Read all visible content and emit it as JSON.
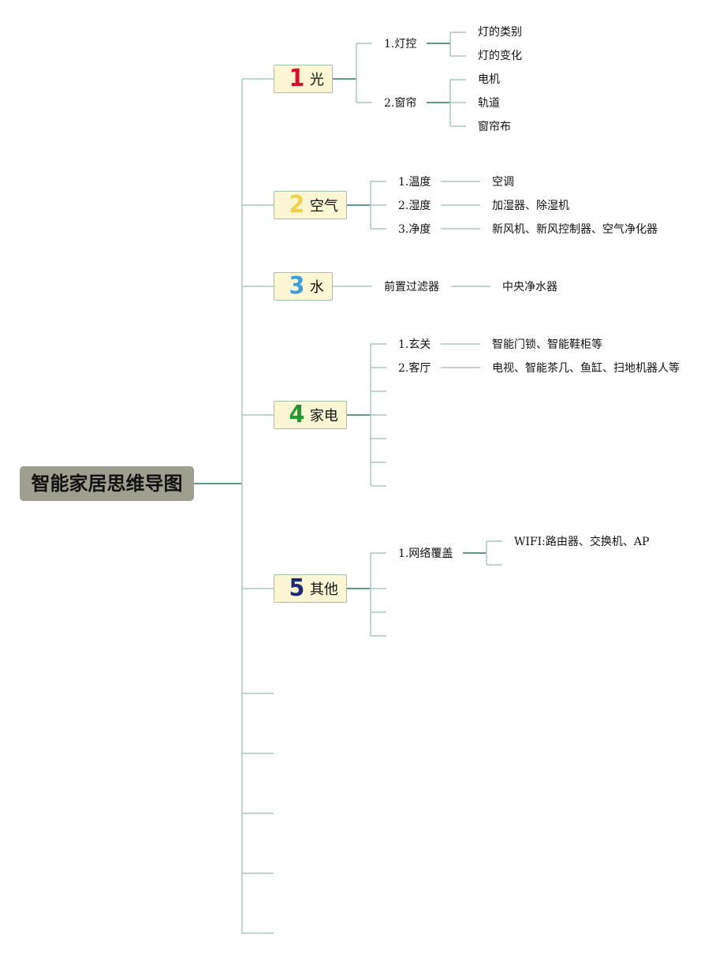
{
  "title": "智能家居思维导图",
  "branches": [
    {
      "num": "1",
      "label": "光",
      "color": "#d8102a"
    },
    {
      "num": "2",
      "label": "空气",
      "color": "#f2d14a"
    },
    {
      "num": "3",
      "label": "水",
      "color": "#3a9fd8"
    },
    {
      "num": "4",
      "label": "家电",
      "color": "#1f9a2e"
    },
    {
      "num": "5",
      "label": "其他",
      "color": "#1c2a7a"
    }
  ],
  "light": {
    "control": "1.灯控",
    "control_items": [
      "灯的类别",
      "灯的变化"
    ],
    "curtain": "2.窗帘",
    "curtain_items": [
      "电机",
      "轨道",
      "窗帘布"
    ]
  },
  "air": {
    "rows": [
      {
        "label": "1.温度",
        "detail": "空调"
      },
      {
        "label": "2.湿度",
        "detail": "加湿器、除湿机"
      },
      {
        "label": "3.净度",
        "detail": "新风机、新风控制器、空气净化器"
      }
    ]
  },
  "water": {
    "label": "前置过滤器",
    "detail": "中央净水器"
  },
  "appliance": {
    "rows": [
      {
        "label": "1.玄关",
        "detail": "智能门锁、智能鞋柜等"
      },
      {
        "label": "2.客厅",
        "detail": "电视、智能茶几、鱼缸、扫地机器人等"
      }
    ]
  },
  "other": {
    "network": "1.网络覆盖",
    "network_detail": "WIFI:路由器、交换机、AP"
  },
  "line_color": "#5f9a86"
}
